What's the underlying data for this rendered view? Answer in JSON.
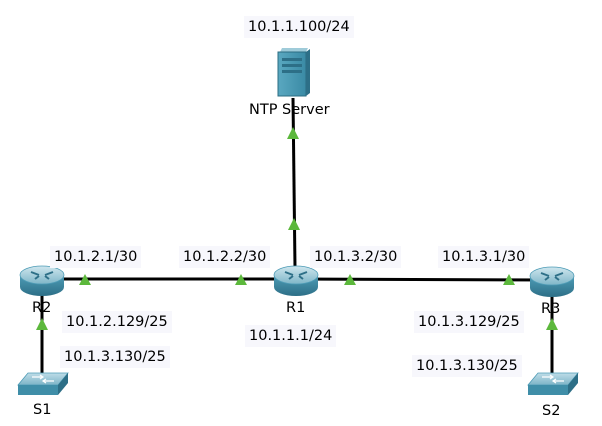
{
  "topology": {
    "devices": {
      "ntp_server": {
        "name": "NTP Server",
        "address": "10.1.1.100/24"
      },
      "r1": {
        "name": "R1",
        "lan_address": "10.1.1.1/24"
      },
      "r2": {
        "name": "R2"
      },
      "r3": {
        "name": "R3"
      },
      "s1": {
        "name": "S1"
      },
      "s2": {
        "name": "S2"
      }
    },
    "links": {
      "r2_r1": {
        "r2_ip": "10.1.2.1/30",
        "r1_ip": "10.1.2.2/30"
      },
      "r1_r3": {
        "r1_ip": "10.1.3.2/30",
        "r3_ip": "10.1.3.1/30"
      },
      "r2_s1": {
        "r2_ip": "10.1.2.129/25",
        "s1_ip": "10.1.3.130/25"
      },
      "r3_s2": {
        "r3_ip": "10.1.3.129/25",
        "s2_ip": "10.1.3.130/25"
      }
    },
    "colors": {
      "link": "#000000",
      "link_up_indicator": "#5cb83c",
      "device_body": "#3f8ea8",
      "label_background": "#f7f7fc"
    }
  }
}
